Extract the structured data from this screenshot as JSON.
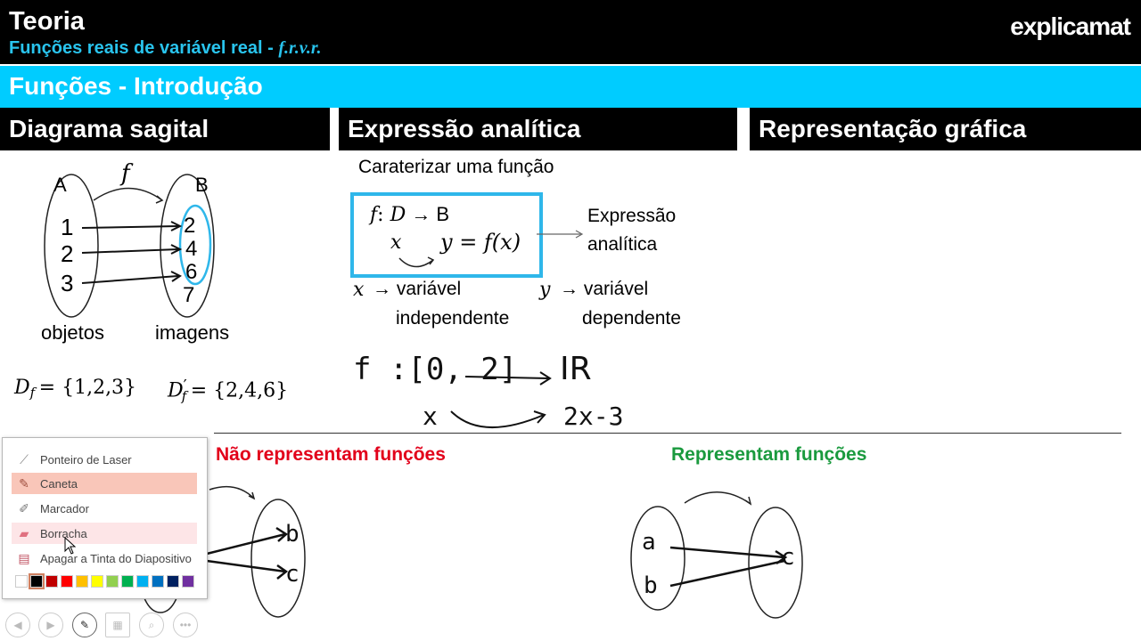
{
  "header": {
    "title": "Teoria",
    "subtitle_text": "Funções reais de variável real - ",
    "subtitle_math": "f.r.v.r.",
    "logo": "explicamat"
  },
  "topic": "Funções - Introdução",
  "columns": {
    "sagittal": "Diagrama sagital",
    "analytic": "Expressão analítica",
    "graphic": "Representação gráfica"
  },
  "sagittal": {
    "set_a": "A",
    "set_b": "B",
    "f_label": "f",
    "a_values": [
      "1",
      "2",
      "3"
    ],
    "b_values": [
      "2",
      "4",
      "6",
      "7"
    ],
    "objects_label": "objetos",
    "images_label": "imagens",
    "domain_expr": "= {1,2,3}",
    "image_expr": "= {2,4,6}",
    "domain_sym": "D",
    "domain_sub": "f",
    "image_sym": "D",
    "image_sub": "f",
    "image_prime": "′"
  },
  "analytic": {
    "caption": "Caraterizar uma função",
    "line1_math": "f",
    "line1_colon": ": ",
    "line1_D": "D",
    "line1_arrow": " → B",
    "line2_x": "x",
    "line2_expr": "y = f(x)",
    "side_label_1": "Expressão",
    "side_label_2": "analítica",
    "x_var": "x",
    "x_desc_1": "→ variável",
    "x_desc_2": "independente",
    "y_var": "y",
    "y_desc_1": "→ variável",
    "y_desc_2": "dependente",
    "hand_1": "f :[0, 2]",
    "hand_1_target": "IR",
    "hand_2_x": "x",
    "hand_2_expr": "2x-3"
  },
  "bottom": {
    "not_functions": "Não representam funções",
    "functions": "Representam funções",
    "left_diag_b": "b",
    "left_diag_c": "c",
    "right_diag_a": "a",
    "right_diag_b": "b",
    "right_diag_c": "c"
  },
  "ink_menu": {
    "items": [
      {
        "label": "Ponteiro de Laser",
        "icon": "laser-pointer-icon"
      },
      {
        "label": "Caneta",
        "icon": "pen-icon"
      },
      {
        "label": "Marcador",
        "icon": "highlighter-icon"
      },
      {
        "label": "Borracha",
        "icon": "eraser-icon"
      },
      {
        "label": "Apagar a Tinta do Diapositivo",
        "icon": "erase-slide-ink-icon"
      }
    ],
    "palette": [
      "#ffffff",
      "#000000",
      "#c00000",
      "#ff0000",
      "#ffc000",
      "#ffff00",
      "#92d050",
      "#00b050",
      "#00b0f0",
      "#0070c0",
      "#002060",
      "#7030a0"
    ]
  },
  "colors": {
    "header_bg": "#000000",
    "accent_cyan": "#00ccff",
    "red": "#e2001a",
    "green": "#1a9a3e",
    "box_border": "#2fb7ea"
  }
}
